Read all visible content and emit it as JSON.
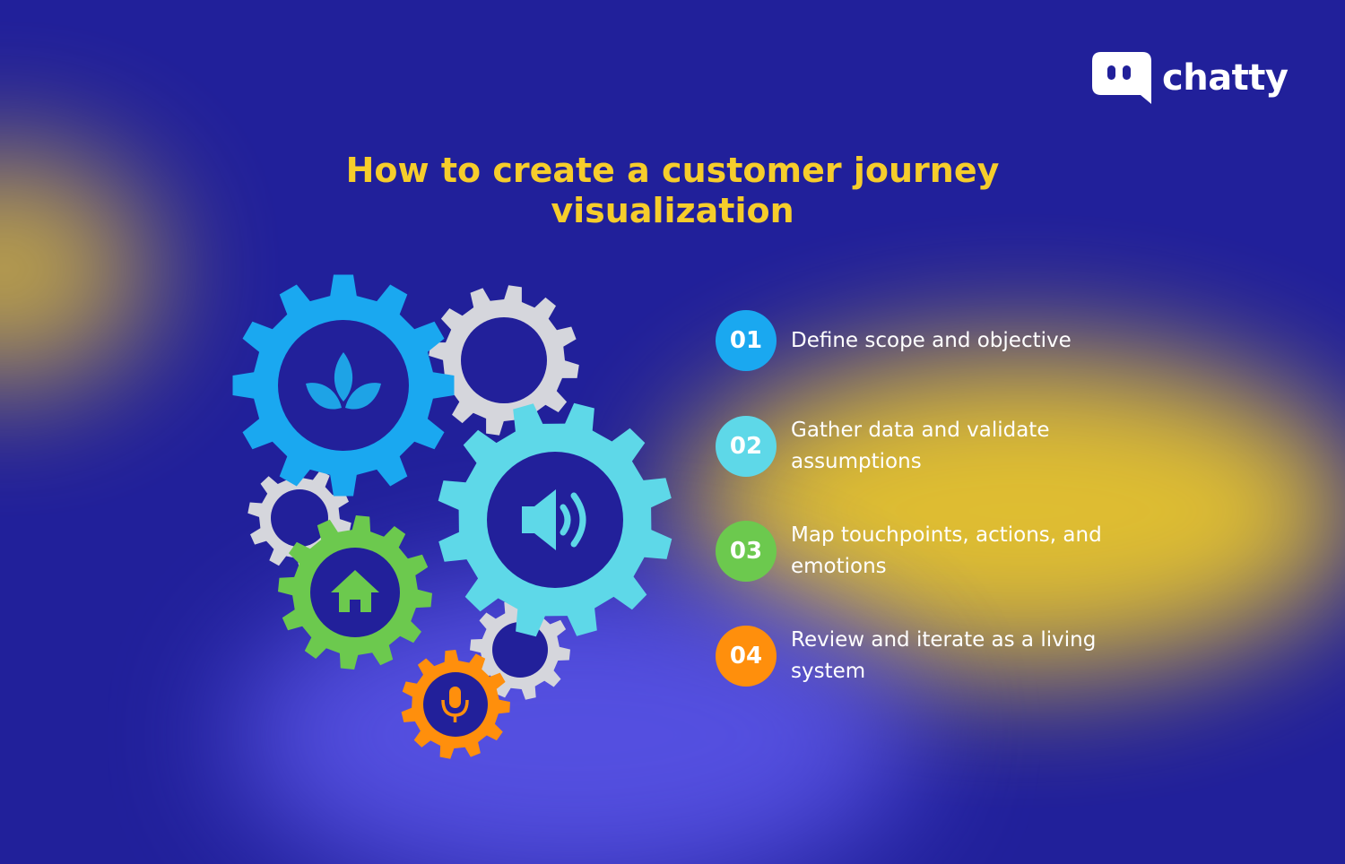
{
  "brand": {
    "name": "chatty",
    "colors": {
      "background": "#21209a",
      "title": "#f6cd2b",
      "text": "#ffffff"
    }
  },
  "title": "How to create a customer journey visualization",
  "icons": {
    "gear_blue": "leaf-icon",
    "gear_teal": "speaker-icon",
    "gear_green": "home-icon",
    "gear_orange": "microphone-icon"
  },
  "steps": [
    {
      "number": "01",
      "text": "Define scope and objective",
      "color": "#1aa8f0"
    },
    {
      "number": "02",
      "text": "Gather data and validate assumptions",
      "color": "#5ed8e8"
    },
    {
      "number": "03",
      "text": "Map touchpoints, actions, and emotions",
      "color": "#6cc94e"
    },
    {
      "number": "04",
      "text": "Review and iterate as a living system",
      "color": "#ff8f0c"
    }
  ]
}
